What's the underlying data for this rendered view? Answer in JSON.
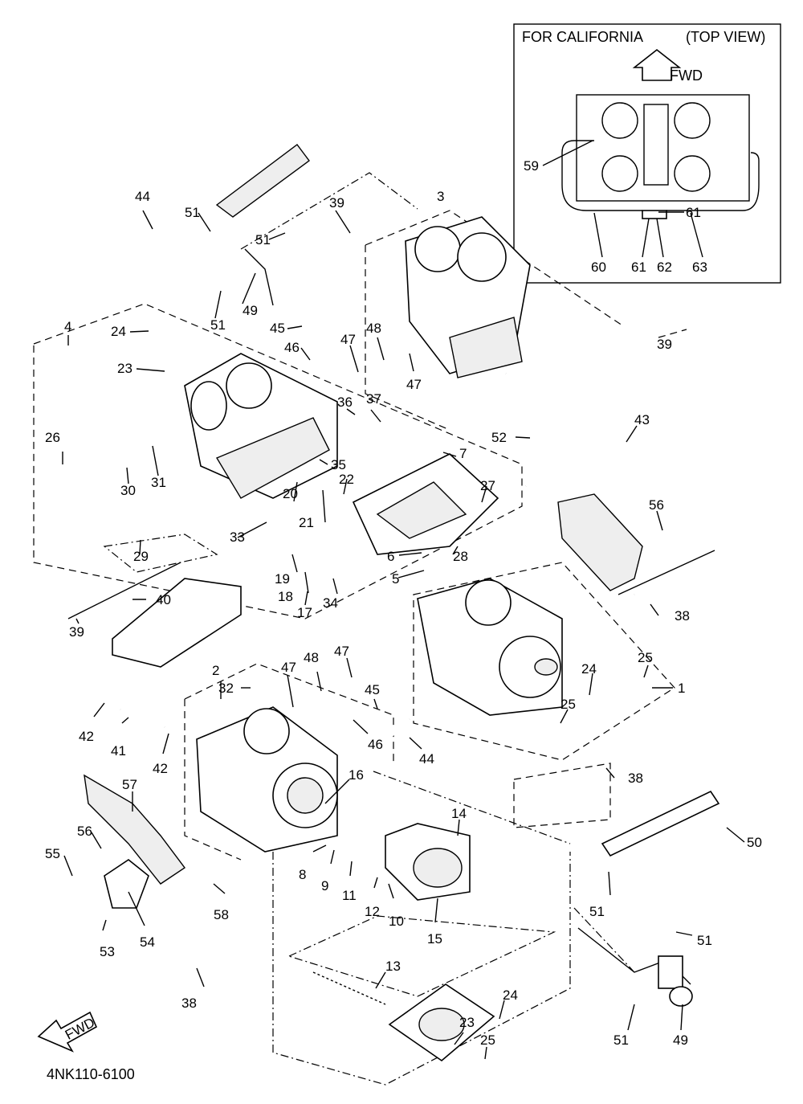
{
  "inset": {
    "title_left": "FOR CALIFORNIA",
    "title_right": "(TOP VIEW)",
    "fwd_arrow_label": "FWD",
    "callouts": [
      "59",
      "61",
      "60",
      "61",
      "62",
      "63"
    ]
  },
  "footer": {
    "catalog_code": "4NK110-6100",
    "fwd_stamp": "FWD"
  },
  "callouts": [
    {
      "id": "c44a",
      "text": "44"
    },
    {
      "id": "c51a",
      "text": "51"
    },
    {
      "id": "c51b",
      "text": "51"
    },
    {
      "id": "c39a",
      "text": "39"
    },
    {
      "id": "c3",
      "text": "3"
    },
    {
      "id": "c51c",
      "text": "51"
    },
    {
      "id": "c49a",
      "text": "49"
    },
    {
      "id": "c4",
      "text": "4"
    },
    {
      "id": "c24a",
      "text": "24"
    },
    {
      "id": "c45a",
      "text": "45"
    },
    {
      "id": "c46a",
      "text": "46"
    },
    {
      "id": "c47a",
      "text": "47"
    },
    {
      "id": "c48a",
      "text": "48"
    },
    {
      "id": "c47b",
      "text": "47"
    },
    {
      "id": "c39b",
      "text": "39"
    },
    {
      "id": "c23a",
      "text": "23"
    },
    {
      "id": "c36",
      "text": "36"
    },
    {
      "id": "c37",
      "text": "37"
    },
    {
      "id": "c52",
      "text": "52"
    },
    {
      "id": "c43",
      "text": "43"
    },
    {
      "id": "c26",
      "text": "26"
    },
    {
      "id": "c7",
      "text": "7"
    },
    {
      "id": "c30",
      "text": "30"
    },
    {
      "id": "c31",
      "text": "31"
    },
    {
      "id": "c35",
      "text": "35"
    },
    {
      "id": "c22",
      "text": "22"
    },
    {
      "id": "c27",
      "text": "27"
    },
    {
      "id": "c20",
      "text": "20"
    },
    {
      "id": "c21",
      "text": "21"
    },
    {
      "id": "c56a",
      "text": "56"
    },
    {
      "id": "c29",
      "text": "29"
    },
    {
      "id": "c33",
      "text": "33"
    },
    {
      "id": "c19",
      "text": "19"
    },
    {
      "id": "c6",
      "text": "6"
    },
    {
      "id": "c28",
      "text": "28"
    },
    {
      "id": "c5",
      "text": "5"
    },
    {
      "id": "c18",
      "text": "18"
    },
    {
      "id": "c17",
      "text": "17"
    },
    {
      "id": "c34",
      "text": "34"
    },
    {
      "id": "c40",
      "text": "40"
    },
    {
      "id": "c39c",
      "text": "39"
    },
    {
      "id": "c38a",
      "text": "38"
    },
    {
      "id": "c47c",
      "text": "47"
    },
    {
      "id": "c48b",
      "text": "48"
    },
    {
      "id": "c47d",
      "text": "47"
    },
    {
      "id": "c24b",
      "text": "24"
    },
    {
      "id": "c25a",
      "text": "25"
    },
    {
      "id": "c1",
      "text": "1"
    },
    {
      "id": "c2",
      "text": "2"
    },
    {
      "id": "c32",
      "text": "32"
    },
    {
      "id": "c45b",
      "text": "45"
    },
    {
      "id": "c25b",
      "text": "25"
    },
    {
      "id": "c42a",
      "text": "42"
    },
    {
      "id": "c41",
      "text": "41"
    },
    {
      "id": "c46b",
      "text": "46"
    },
    {
      "id": "c44b",
      "text": "44"
    },
    {
      "id": "c42b",
      "text": "42"
    },
    {
      "id": "c16",
      "text": "16"
    },
    {
      "id": "c38b",
      "text": "38"
    },
    {
      "id": "c57",
      "text": "57"
    },
    {
      "id": "c14",
      "text": "14"
    },
    {
      "id": "c56b",
      "text": "56"
    },
    {
      "id": "c50",
      "text": "50"
    },
    {
      "id": "c55",
      "text": "55"
    },
    {
      "id": "c8",
      "text": "8"
    },
    {
      "id": "c9",
      "text": "9"
    },
    {
      "id": "c11",
      "text": "11"
    },
    {
      "id": "c12",
      "text": "12"
    },
    {
      "id": "c10",
      "text": "10"
    },
    {
      "id": "c58",
      "text": "58"
    },
    {
      "id": "c51d",
      "text": "51"
    },
    {
      "id": "c51e",
      "text": "51"
    },
    {
      "id": "c54",
      "text": "54"
    },
    {
      "id": "c15",
      "text": "15"
    },
    {
      "id": "c53",
      "text": "53"
    },
    {
      "id": "c13",
      "text": "13"
    },
    {
      "id": "c38c",
      "text": "38"
    },
    {
      "id": "c24c",
      "text": "24"
    },
    {
      "id": "c23b",
      "text": "23"
    },
    {
      "id": "c25c",
      "text": "25"
    },
    {
      "id": "c51f",
      "text": "51"
    },
    {
      "id": "c49b",
      "text": "49"
    }
  ]
}
